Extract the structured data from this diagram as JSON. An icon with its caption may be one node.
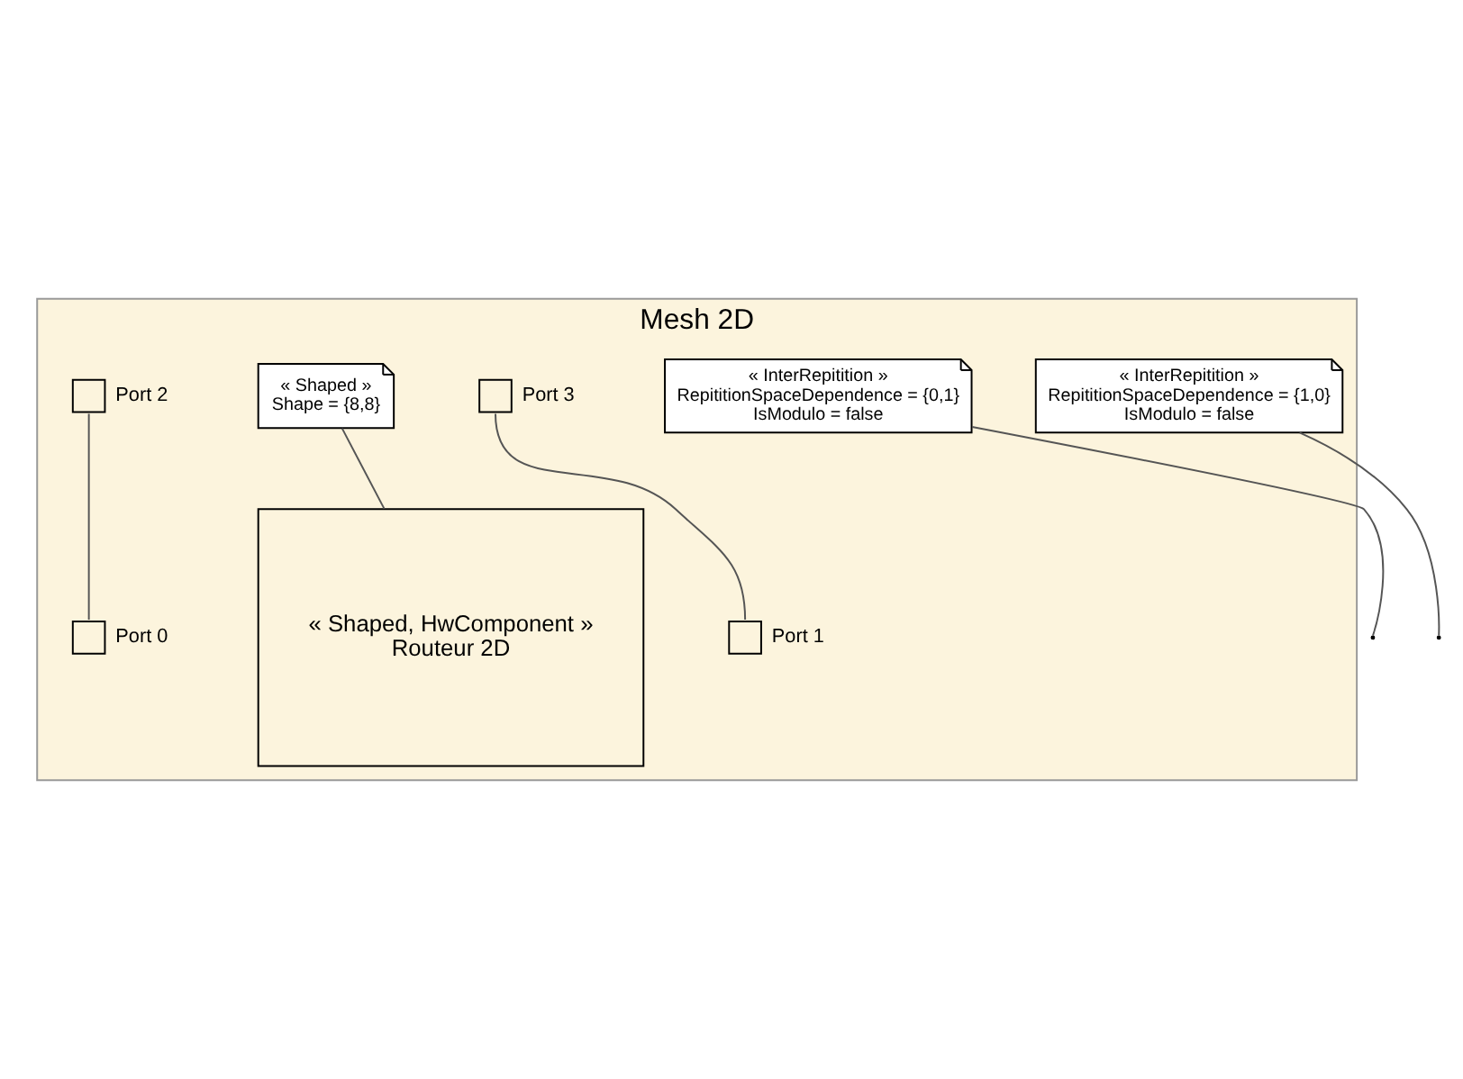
{
  "diagram": {
    "nodes": [
      {
        "text": [
          "Mesh 2D"
        ]
      },
      {
        "text": [
          "« InterRepitition »",
          "RepititionSpaceDependence = {0,1}",
          "IsModulo = false"
        ],
        "in": 0
      },
      {
        "text": [
          "« Shaped, HwComponent »",
          "Routeur 2D"
        ],
        "in": 0
      },
      {
        "text": [],
        "shape": "box",
        "beside": [
          "Port 3"
        ],
        "in": 0
      },
      {
        "text": [
          "« Shaped »",
          "Shape = {8,8}"
        ],
        "in": 0
      },
      {
        "text": [],
        "shape": "box",
        "beside": [
          "Port 2"
        ],
        "in": 0
      },
      {
        "text": [],
        "shape": "box",
        "beside": [
          "Port 0"
        ],
        "in": 0
      },
      {
        "text": [],
        "shape": "box",
        "beside": [
          "Port 1"
        ],
        "in": 0
      },
      {
        "text": [
          "« InterRepitition »",
          "RepititionSpaceDependence = {1,0}",
          "IsModulo = false"
        ],
        "in": 0
      }
    ],
    "edges": [
      {
        "from": 3,
        "to": 7,
        "arrow": "none"
      },
      {
        "from": 5,
        "to": 6,
        "arrow": "none"
      },
      {
        "from": 1,
        "to": null,
        "arrow": "none"
      },
      {
        "from": 4,
        "to": 2,
        "arrow": "none"
      },
      {
        "from": 8,
        "to": null,
        "arrow": "none"
      }
    ]
  }
}
